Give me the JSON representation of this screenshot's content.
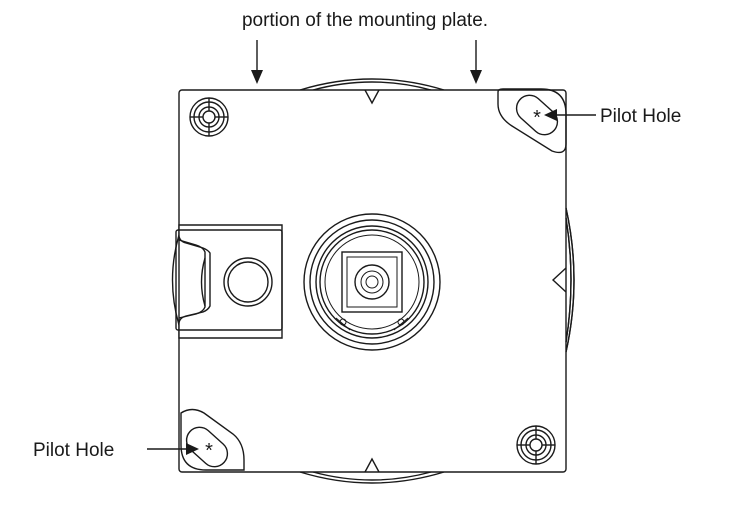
{
  "caption_top": "portion of the mounting plate.",
  "labels": {
    "pilot_hole_top_right": "Pilot Hole",
    "pilot_hole_bottom_left": "Pilot Hole",
    "pilot_mark": "*"
  },
  "colors": {
    "line": "#1a1a1a",
    "background": "#ffffff"
  }
}
